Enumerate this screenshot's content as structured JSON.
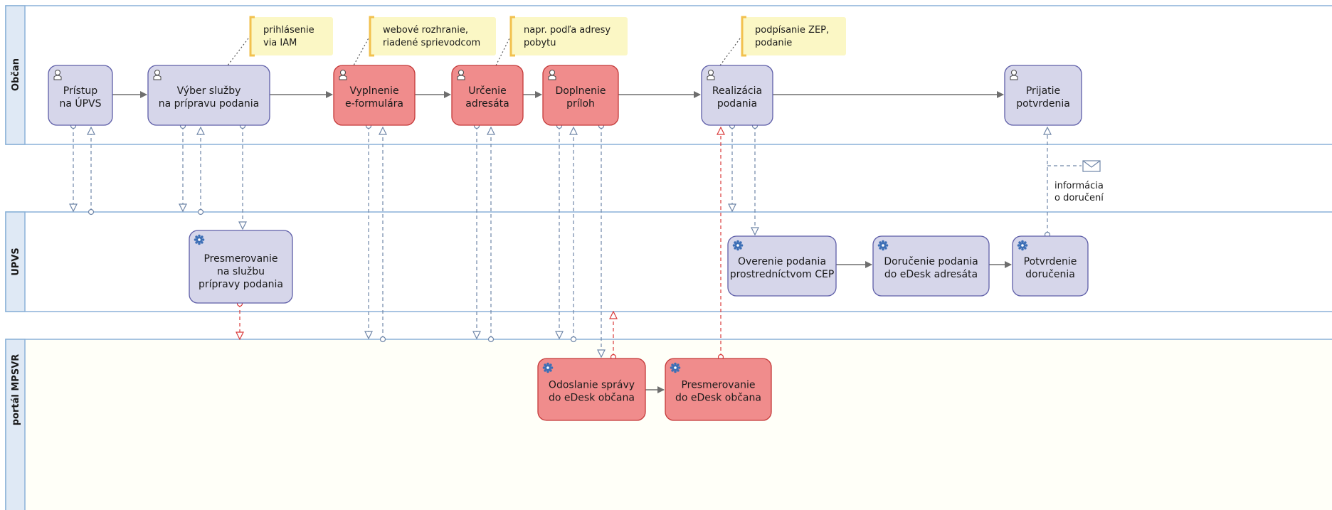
{
  "lanes": [
    {
      "id": "obcan",
      "label": "Občan"
    },
    {
      "id": "upvs",
      "label": "UPVS"
    },
    {
      "id": "portal",
      "label": "portál MPSVR"
    }
  ],
  "tasks": {
    "pristup": {
      "lines": [
        "Prístup",
        "na ÚPVS"
      ],
      "kind": "user",
      "highlight": false
    },
    "vyber": {
      "lines": [
        "Výber služby",
        "na prípravu podania"
      ],
      "kind": "user",
      "highlight": false
    },
    "vyplnenie": {
      "lines": [
        "Vyplnenie",
        "e-formulára"
      ],
      "kind": "user",
      "highlight": true
    },
    "urcenie": {
      "lines": [
        "Určenie",
        "adresáta"
      ],
      "kind": "user",
      "highlight": true
    },
    "doplnenie": {
      "lines": [
        "Doplnenie",
        "príloh"
      ],
      "kind": "user",
      "highlight": true
    },
    "realizacia": {
      "lines": [
        "Realizácia",
        "podania"
      ],
      "kind": "user",
      "highlight": false
    },
    "prijatie": {
      "lines": [
        "Prijatie",
        "potvrdenia"
      ],
      "kind": "user",
      "highlight": false
    },
    "presmerovanie_sluzba": {
      "lines": [
        "Presmerovanie",
        "na službu",
        "prípravy podania"
      ],
      "kind": "service",
      "highlight": false
    },
    "overenie": {
      "lines": [
        "Overenie podania",
        "prostredníctvom CEP"
      ],
      "kind": "service",
      "highlight": false
    },
    "dorucenie": {
      "lines": [
        "Doručenie podania",
        "do eDesk adresáta"
      ],
      "kind": "service",
      "highlight": false
    },
    "potvrdenie": {
      "lines": [
        "Potvrdenie",
        "doručenia"
      ],
      "kind": "service",
      "highlight": false
    },
    "odoslanie": {
      "lines": [
        "Odoslanie správy",
        "do eDesk občana"
      ],
      "kind": "service",
      "highlight": true
    },
    "presmerovanie_edesk": {
      "lines": [
        "Presmerovanie",
        "do eDesk občana"
      ],
      "kind": "service",
      "highlight": true
    }
  },
  "annotations": {
    "iam": [
      "prihlásenie",
      "via IAM"
    ],
    "web": [
      "webové rozhranie,",
      "riadené sprievodcom"
    ],
    "adresa": [
      "napr. podľa adresy",
      "pobytu"
    ],
    "zep": [
      "podpísanie ZEP,",
      "podanie"
    ]
  },
  "message": {
    "lines": [
      "informácia",
      "o doručení"
    ]
  },
  "colors": {
    "task_fill": "#d6d6ea",
    "task_stroke": "#5e5ea8",
    "highlight_fill": "#f08c8c",
    "highlight_stroke": "#c43a3a",
    "lane_border": "#8ab1d8",
    "lane_header": "#dfe9f5",
    "note_fill": "#fbf7c5",
    "note_bracket": "#f2c14e",
    "red_flow": "#d93a3a",
    "flow": "#6e6e6e",
    "message_flow": "#6f86a8"
  }
}
